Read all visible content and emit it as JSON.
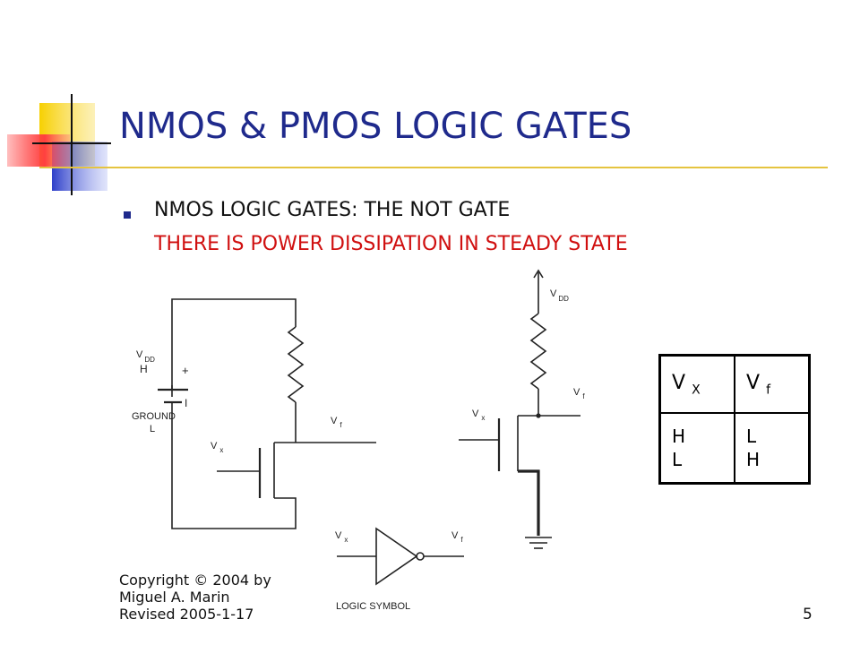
{
  "title": "NMOS & PMOS LOGIC GATES",
  "bullets": {
    "main": "NMOS LOGIC GATES:  THE  NOT  GATE",
    "note": "THERE IS POWER DISSIPATION IN STEADY STATE"
  },
  "footer": {
    "line1": "Copyright © 2004 by",
    "line2": "Miguel A. Marin",
    "line3": "Revised 2005-1-17"
  },
  "page_number": "5",
  "diagram": {
    "left_circuit": {
      "vdd_v": "V",
      "vdd_sub": "DD",
      "vdd_level": "H",
      "plus": "+",
      "minus": "I",
      "ground_line1": "GROUND",
      "ground_line2": "L",
      "vf_v": "V",
      "vf_sub": "f",
      "vx_v": "V",
      "vx_sub": "x"
    },
    "right_circuit": {
      "vdd_v": "V",
      "vdd_sub": "DD",
      "vf_v": "V",
      "vf_sub": "f",
      "vx_v": "V",
      "vx_sub": "x"
    },
    "logic_symbol": {
      "vx_v": "V",
      "vx_sub": "x",
      "vf_v": "V",
      "vf_sub": "f",
      "caption": "LOGIC SYMBOL"
    }
  },
  "truth_table": {
    "headers": [
      {
        "main": "V",
        "sub": "X"
      },
      {
        "main": "V",
        "sub": "f"
      }
    ],
    "col_vx": [
      "H",
      "L"
    ],
    "col_vf": [
      "L",
      "H"
    ]
  },
  "colors": {
    "title": "#1f2a8c",
    "note": "#d01010",
    "deco_yellow": "#f7d000",
    "deco_blue": "#3344cc",
    "deco_red": "#ff3030"
  }
}
